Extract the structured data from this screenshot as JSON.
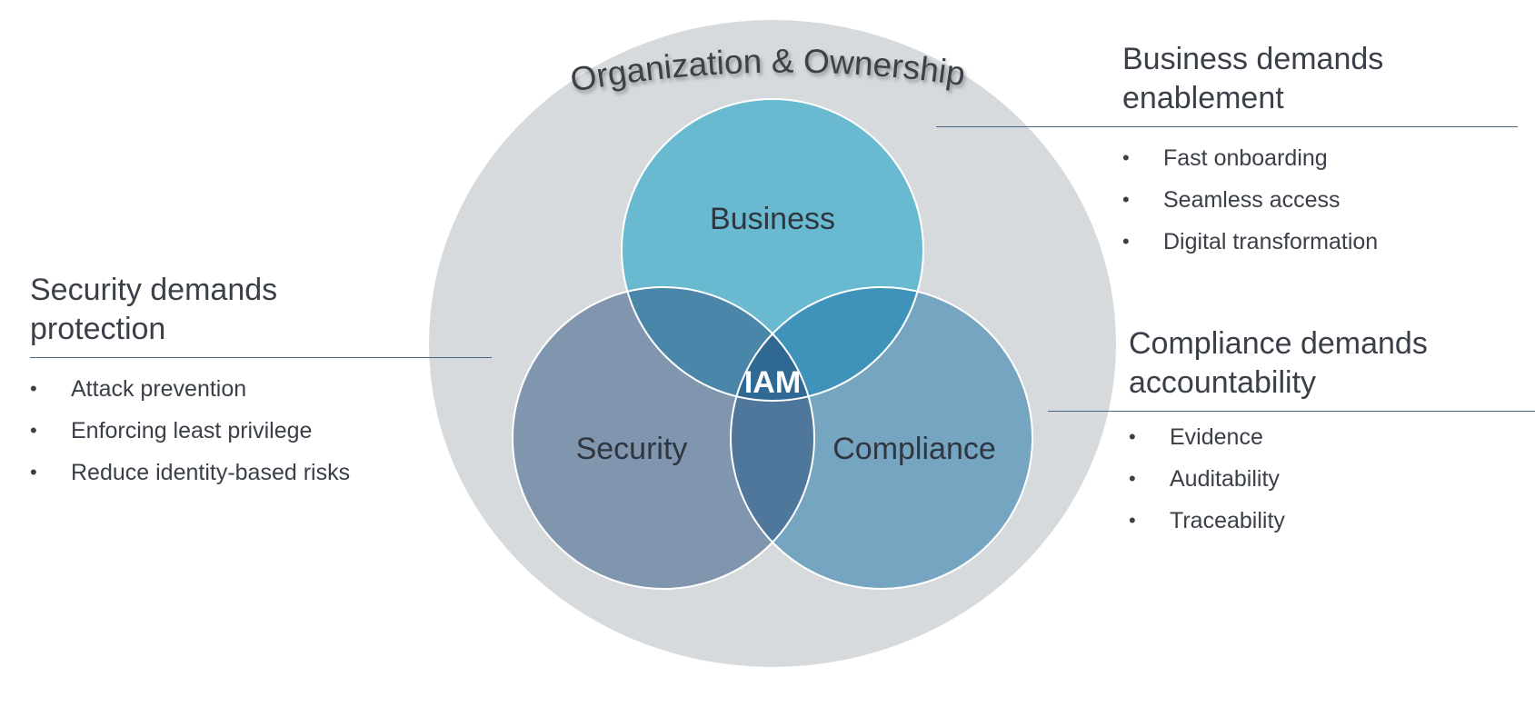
{
  "diagram": {
    "outer_label": "Organization & Ownership",
    "center_label": "IAM",
    "circles": {
      "business": "Business",
      "security": "Security",
      "compliance": "Compliance"
    },
    "colors": {
      "outer": "#d7dadc",
      "business": "#69bad1",
      "security": "#8095ae",
      "compliance": "#75a5c1",
      "business_security": "#4a86a9",
      "business_compliance": "#3f93ba",
      "security_compliance": "#4f779c",
      "center": "#2f6893"
    }
  },
  "panels": {
    "business": {
      "title_line1": "Business demands",
      "title_line2": "enablement",
      "items": [
        "Fast onboarding",
        "Seamless access",
        "Digital transformation"
      ]
    },
    "security": {
      "title_line1": "Security demands",
      "title_line2": "protection",
      "items": [
        "Attack prevention",
        "Enforcing least privilege",
        "Reduce identity-based risks"
      ]
    },
    "compliance": {
      "title_line1": "Compliance demands",
      "title_line2": "accountability",
      "items": [
        "Evidence",
        "Auditability",
        "Traceability"
      ]
    }
  }
}
